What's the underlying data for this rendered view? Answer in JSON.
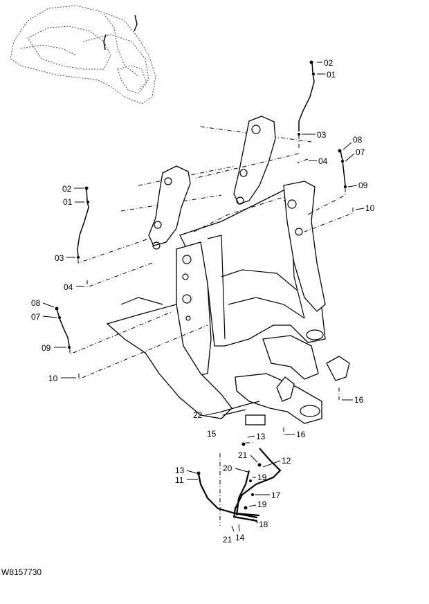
{
  "drawing_ref": "W8157730",
  "callouts": [
    {
      "id": "c02a",
      "text": "02"
    },
    {
      "id": "c01a",
      "text": "01"
    },
    {
      "id": "c03a",
      "text": "03"
    },
    {
      "id": "c04a",
      "text": "04"
    },
    {
      "id": "c08a",
      "text": "08"
    },
    {
      "id": "c07a",
      "text": "07"
    },
    {
      "id": "c09a",
      "text": "09"
    },
    {
      "id": "c10a",
      "text": "10"
    },
    {
      "id": "c02b",
      "text": "02"
    },
    {
      "id": "c01b",
      "text": "01"
    },
    {
      "id": "c03b",
      "text": "03"
    },
    {
      "id": "c04b",
      "text": "04"
    },
    {
      "id": "c08b",
      "text": "08"
    },
    {
      "id": "c07b",
      "text": "07"
    },
    {
      "id": "c09b",
      "text": "09"
    },
    {
      "id": "c10b",
      "text": "10"
    },
    {
      "id": "c16a",
      "text": "16"
    },
    {
      "id": "c22",
      "text": "22"
    },
    {
      "id": "c15",
      "text": "15"
    },
    {
      "id": "c13a",
      "text": "13"
    },
    {
      "id": "c16b",
      "text": "16"
    },
    {
      "id": "c21a",
      "text": "21"
    },
    {
      "id": "c12",
      "text": "12"
    },
    {
      "id": "c13b",
      "text": "13"
    },
    {
      "id": "c20",
      "text": "20"
    },
    {
      "id": "c19a",
      "text": "19"
    },
    {
      "id": "c11",
      "text": "11"
    },
    {
      "id": "c17",
      "text": "17"
    },
    {
      "id": "c19b",
      "text": "19"
    },
    {
      "id": "c18",
      "text": "18"
    },
    {
      "id": "c21b",
      "text": "21"
    },
    {
      "id": "c14",
      "text": "14"
    }
  ]
}
